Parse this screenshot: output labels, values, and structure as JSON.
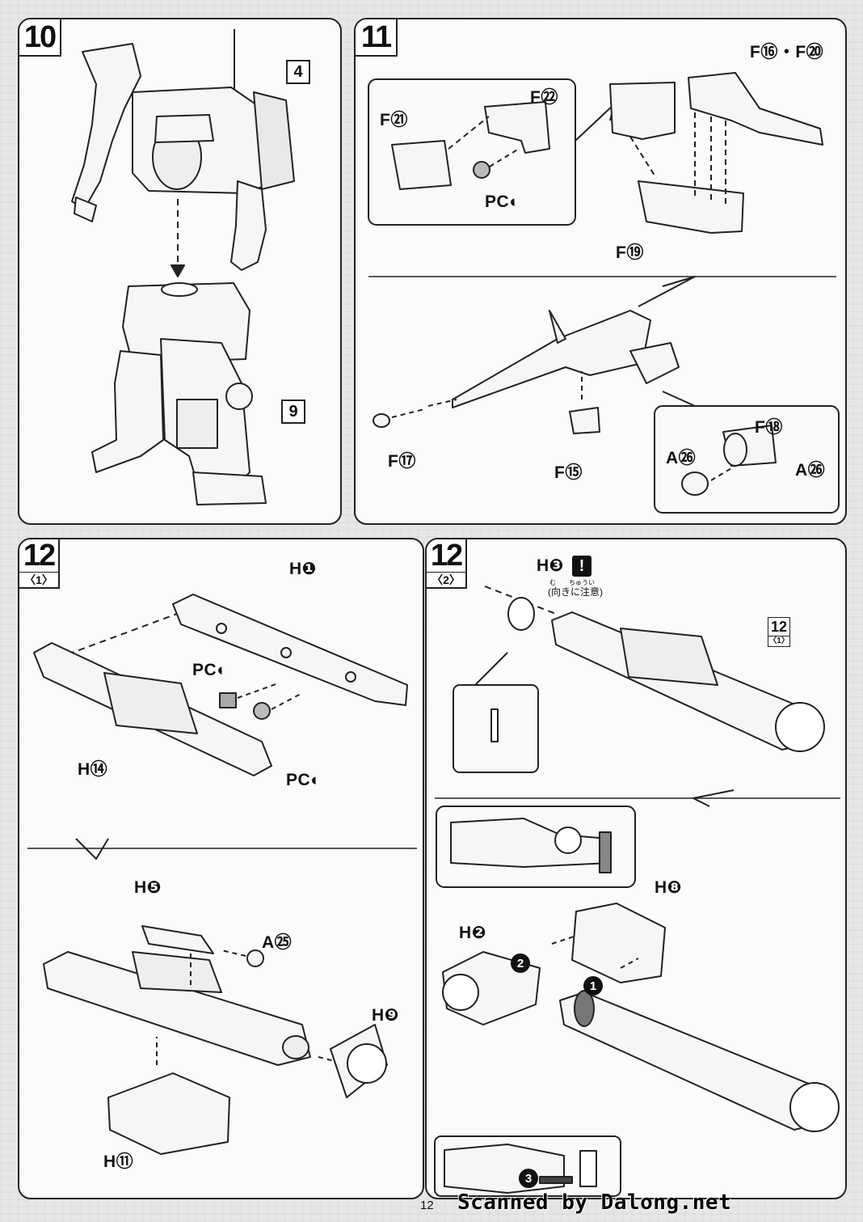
{
  "page_number": "12",
  "credit": "Scanned by Dalong.net",
  "step10": {
    "number": "10",
    "ref_top": "4",
    "ref_bottom": "9"
  },
  "step11": {
    "number": "11",
    "labels": {
      "f21": "F㉑",
      "f22": "F㉒",
      "pcd": "PC◐",
      "f16_f20": "F⑯・F⑳",
      "f19": "F⑲",
      "f17": "F⑰",
      "f15": "F⑮",
      "f18": "F⑱",
      "a26_left": "A㉖",
      "a26_right": "A㉖"
    }
  },
  "step12_1": {
    "number": "12",
    "sub": "〈1〉",
    "labels": {
      "h1": "H❶",
      "pcf": "PC◐",
      "pcd": "PC◐",
      "h14": "H⑭",
      "h5": "H❺",
      "a25": "A㉕",
      "h9": "H❾",
      "h11": "H⑪"
    }
  },
  "step12_2": {
    "number": "12",
    "sub": "〈2〉",
    "ref_number": "12",
    "ref_sub": "〈1〉",
    "labels": {
      "h3": "H❸",
      "caution_furigana": "む　　ちゅうい",
      "caution": "(向きに注意)",
      "h2": "H❷",
      "h8": "H❽",
      "step1": "1",
      "step2": "2",
      "step3": "3"
    },
    "warning_mark": "!"
  }
}
